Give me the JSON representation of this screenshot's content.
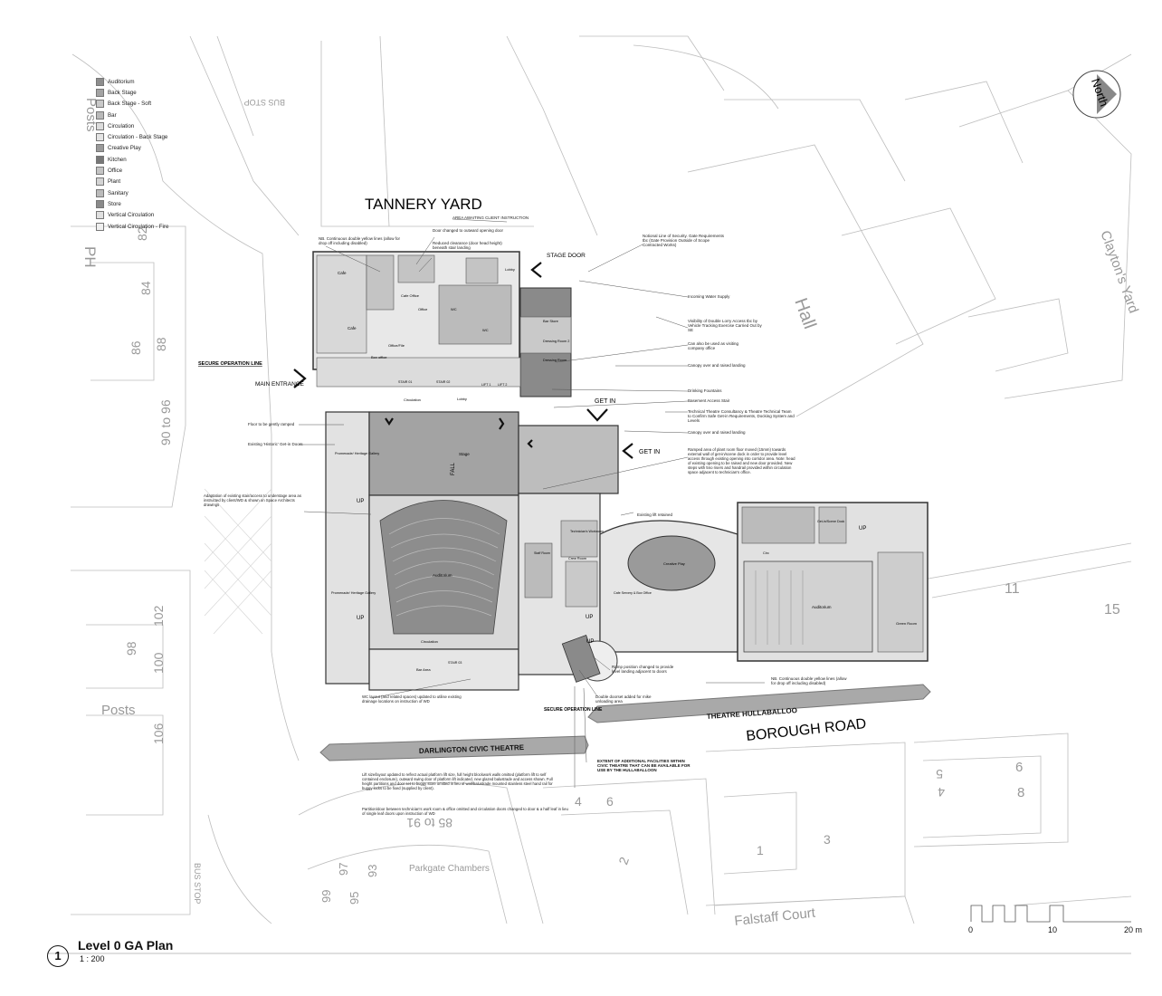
{
  "legend": {
    "items": [
      {
        "label": "Auditorium",
        "color": "#8d8d8d"
      },
      {
        "label": "Back Stage",
        "color": "#a3a3a3"
      },
      {
        "label": "Back Stage - Soft",
        "color": "#c9c9c9"
      },
      {
        "label": "Bar",
        "color": "#b9b9b9"
      },
      {
        "label": "Circulation",
        "color": "#dcdcdc"
      },
      {
        "label": "Circulation - Back Stage",
        "color": "#e4e4e4"
      },
      {
        "label": "Creative Play",
        "color": "#9a9a9a"
      },
      {
        "label": "Kitchen",
        "color": "#777777"
      },
      {
        "label": "Office",
        "color": "#c4c4c4"
      },
      {
        "label": "Plant",
        "color": "#d4d4d4"
      },
      {
        "label": "Sanitary",
        "color": "#bbbbbb"
      },
      {
        "label": "Store",
        "color": "#8a8a8a"
      },
      {
        "label": "Vertical Circulation",
        "color": "#e0e0e0"
      },
      {
        "label": "Vertical Circulation - Fire",
        "color": "#efefef"
      }
    ]
  },
  "labels": {
    "tannery_yard": "TANNERY YARD",
    "borough_road": "BOROUGH ROAD",
    "main_entrance": "MAIN ENTRANCE",
    "stage_door": "STAGE DOOR",
    "get_in_1": "GET IN",
    "get_in_2": "GET IN",
    "secure_line": "SECURE OPERATION LINE",
    "secure_line_2": "SECURE OPERATION LINE",
    "darlington": "DARLINGTON CIVIC THEATRE",
    "hullaballoo": "THEATRE HULLABALLOO",
    "north": "North",
    "hall": "Hall",
    "claytons_yard": "Clayton's Yard",
    "ph": "PH",
    "posts_top": "Posts",
    "posts_bottom": "Posts",
    "bus_stop_top": "BUS STOP",
    "bus_stop_bottom": "BUS STOP",
    "parkgate": "Parkgate Chambers",
    "falstaff": "Falstaff Court",
    "n84": "84",
    "n86": "86",
    "n88": "88",
    "n82": "82",
    "n90_96": "90 to 96",
    "n98": "98",
    "n100": "100",
    "n102": "102",
    "n106": "106",
    "n85_91": "85 to 91",
    "n93": "93",
    "n95": "95",
    "n97": "97",
    "n99": "99",
    "n11": "11",
    "n15": "15",
    "n6a": "6",
    "n4a": "4",
    "n2a": "2",
    "n6b": "6",
    "n8b": "8",
    "n4b": "4",
    "n5b": "5",
    "n1": "1",
    "n3": "3",
    "extent_note": "EXTENT OF ADDITIONAL FACILITIES WITHIN CIVIC THEATRE THAT CAN BE AVAILABLE FOR USE BY THE HULLABALLOON"
  },
  "rooms": {
    "cafe": "Cafe",
    "cafe2": "Cafe",
    "cafe_office": "Cafe Office",
    "office": "Office",
    "office_file": "Office/File",
    "box_office": "Box office",
    "wc": "WC",
    "wc2": "WC",
    "bar_store": "Bar Store",
    "dressing_room": "Dressing Room",
    "dressing_room_2": "Dressing Room 2",
    "circulation": "Circulation",
    "circulation2": "Circulation",
    "lobby": "Lobby",
    "lobby2": "Lobby",
    "stage": "Stage",
    "fall": "FALL",
    "auditorium": "Auditorium",
    "auditorium2": "Auditorium",
    "promenade": "Promenade/ Heritage Gallery",
    "promenade2": "Promenade/ Heritage Gallery",
    "bar_area": "Bar Area",
    "technicians": "Technician's Workroom",
    "crew_room": "Crew Room",
    "creative_play": "Creative Play",
    "cafe_servery": "Cafe Servery & Box Office",
    "green_room": "Green Room",
    "get_in_scene": "Get-in/Scene Dock",
    "staff_room": "Staff Room",
    "circ": "Circ",
    "up1": "UP",
    "up2": "UP",
    "up3": "UP",
    "up4": "UP",
    "up5": "UP",
    "lift1": "LIFT 1",
    "lift2": "LIFT 2",
    "stair1": "STAIR 01",
    "stair2": "STAIR 02",
    "stair3": "STAIR 03"
  },
  "notes": {
    "n1": "NB. Continuous double yellow lines (allow for drop off including disabled)",
    "n2": "Door changed to outward opening door",
    "n3": "Reduced clearance (door head height) beneath stair landing",
    "n4": "AREA AWAITING CLIENT INSTRUCTION",
    "n5": "Notional Line of Security. Gate Requirements tbc (Gate Provision Outside of Scope Contracted Works)",
    "n6": "Incoming Water Supply",
    "n7": "Visibility of Double Lorry Access tbc by Vehicle Tracking Exercise Carried Out by SE",
    "n8": "Can also be used as visiting company office",
    "n9": "Canopy over and raised landing",
    "n10": "Drinking Fountains",
    "n11": "Basement Access Stair",
    "n12": "Technical Theatre Consultancy & Theatre Technical Team to Confirm Safe Get-in Requirements, Docking System and Levels",
    "n13": "Canopy over and raised landing",
    "n14": "Ramped area of plant room floor moved (15mm) towards external wall of get-in/scene dock in order to provide level access through existing opening into corridor area. Note: head of existing opening to be raised and new door provided. New steps with 5no risers and handrail provided within circulation space adjacent to technician's office.",
    "n15": "Floor to be gently ramped",
    "n16": "Existing 'Historic' Get-in Doors",
    "n17": "Adaptation of existing stair/access to understage area as instructed by client/WD & shown on Space Architects drawings",
    "n18": "Existing lift retained",
    "n19": "Ramp position changed to provide level landing adjacent to doors",
    "n20": "NB. Continuous double yellow lines (allow for drop off including disabled)",
    "n21": "WC layout (and related spaces) updated to utilise existing drainage locations on instruction of WD",
    "n22": "Double doorset added for mike unloading area",
    "n23": "Lift size/layout updated to reflect actual platform lift size, full height blockwork walls omitted (platform lift to self contained enclosure), outward swing door of platform lift indicated, new glazed balustrade and access shown. Full height partitions and door set to buggy store omitted in lieu of wall/balustrade mounted stainless steel hand rail for buggy locks to be fixed (supplied by client).",
    "n24": "Partition/door between technician's work room & office omitted and circulation doors changed to door & a half leaf in lieu of single leaf doors upon instruction of WD"
  },
  "scale_bar": {
    "t0": "0",
    "t10": "10",
    "t20": "20 m"
  },
  "title": {
    "number": "1",
    "name": "Level 0 GA Plan",
    "scale": "1 : 200"
  }
}
